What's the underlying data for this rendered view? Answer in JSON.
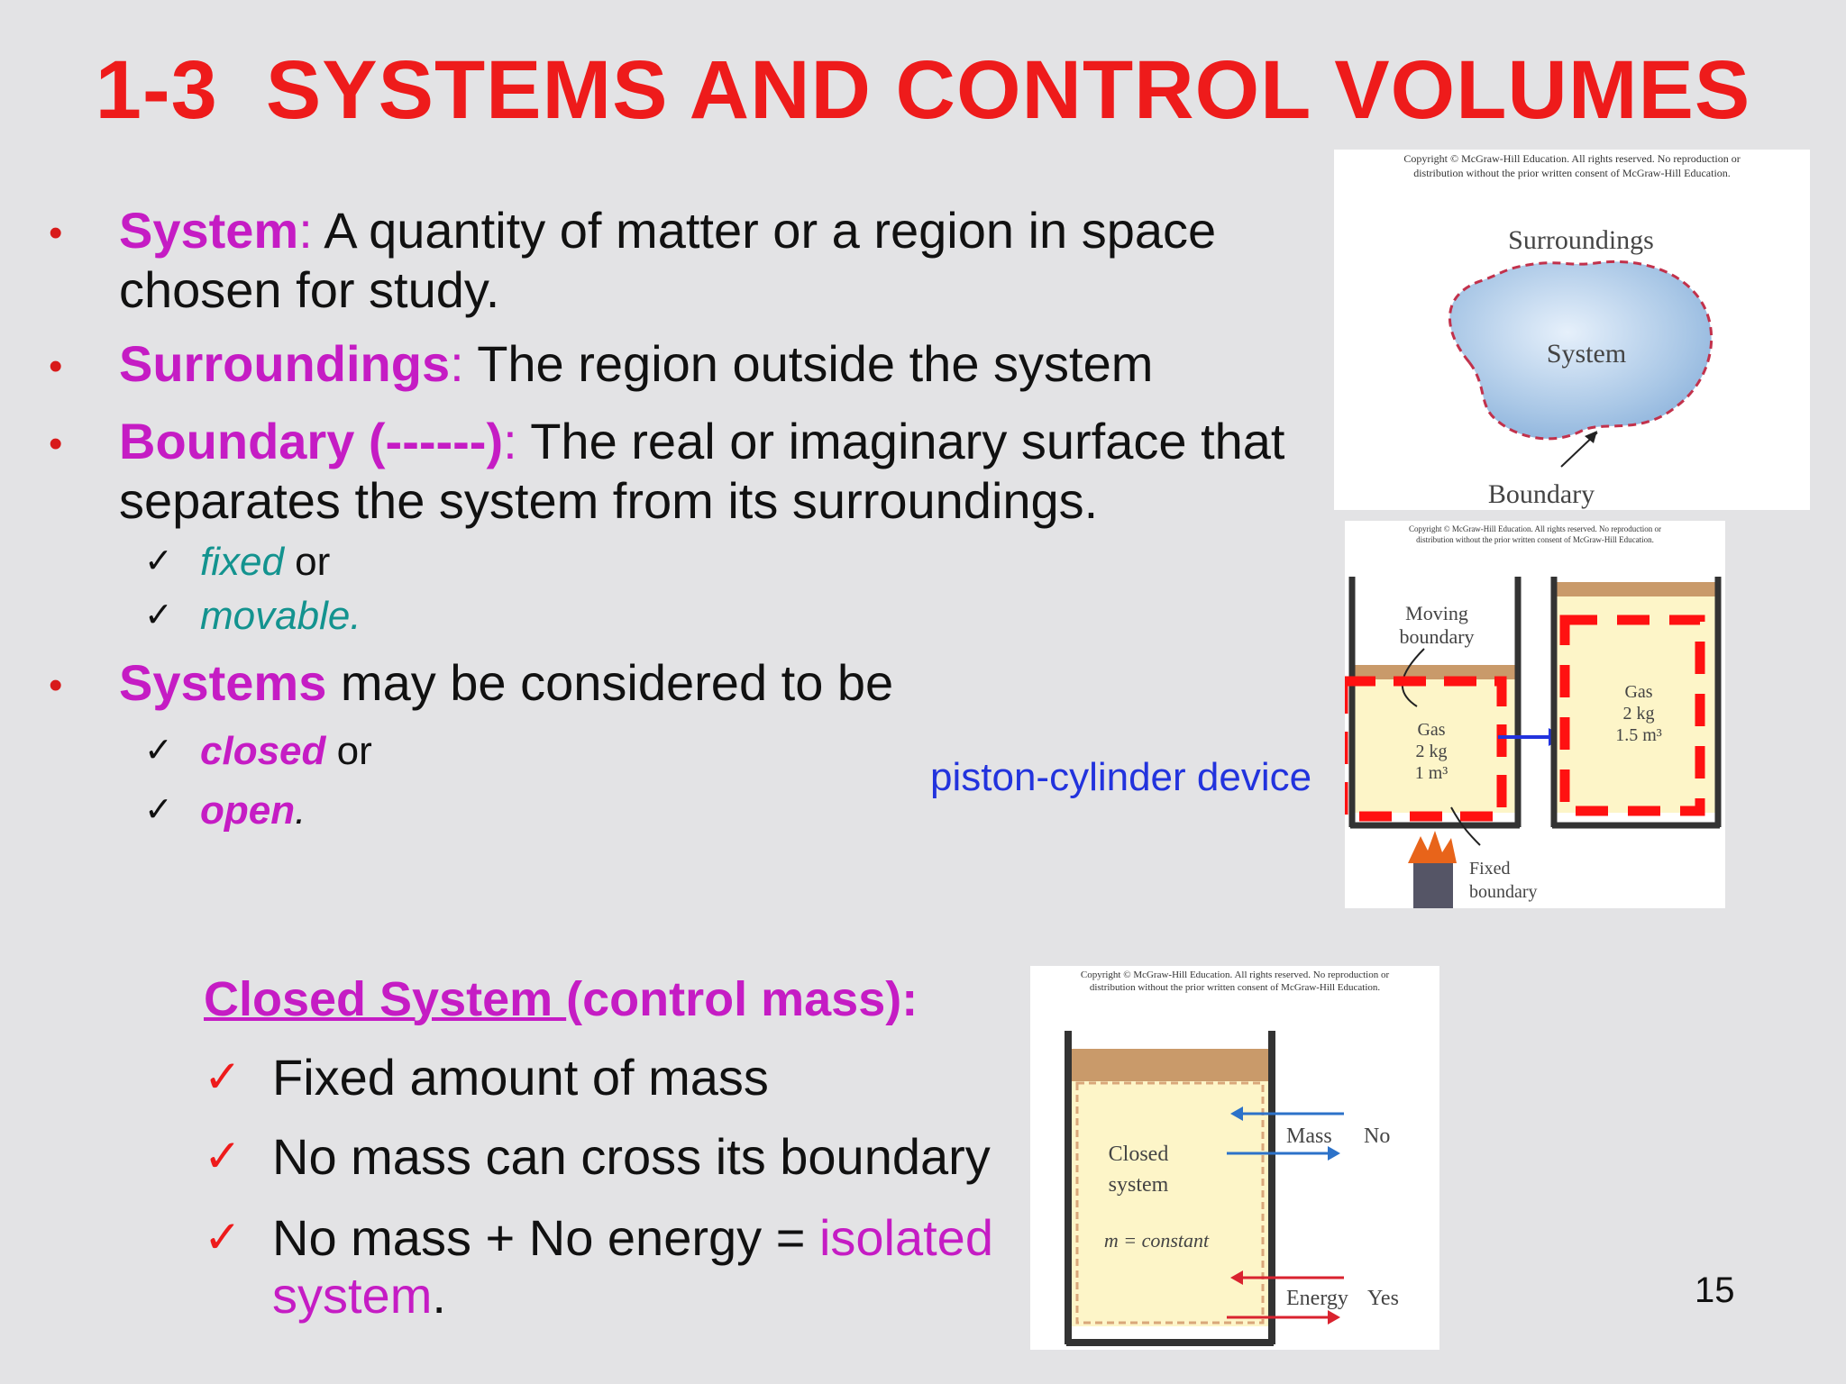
{
  "title": "1-3  SYSTEMS AND CONTROL VOLUMES",
  "bullets": {
    "system": {
      "term": "System",
      "colon": ":",
      "text": " A quantity of matter or a region in space",
      "text2": "chosen for study."
    },
    "surroundings": {
      "term": "Surroundings",
      "colon": ":",
      "text": " The region outside the system"
    },
    "boundary": {
      "term": "Boundary (------)",
      "colon": ":",
      "text": " The real or imaginary surface that",
      "text2": "separates the system from its surroundings."
    },
    "boundary_sub": [
      {
        "word": "fixed",
        "after": " or"
      },
      {
        "word": "movable",
        "after": "."
      }
    ],
    "systems": {
      "term": "Systems",
      "text": " may be considered to be"
    },
    "systems_sub": [
      {
        "word": "closed",
        "after": " or"
      },
      {
        "word": "open",
        "after": "."
      }
    ]
  },
  "piston_label": "piston-cylinder device",
  "closed_system": {
    "head_underlined": "Closed System ",
    "head_rest": "(control mass):",
    "items": [
      "Fixed amount of mass",
      "No mass can cross its boundary"
    ],
    "item3_pre": "No mass + No energy = ",
    "item3_mag": "isolated",
    "item3_mag2": "system",
    "item3_end": "."
  },
  "figure1": {
    "copyright1": "Copyright © McGraw-Hill Education.  All rights reserved. No reproduction or",
    "copyright2": "distribution without the prior written consent of McGraw-Hill Education.",
    "surroundings": "Surroundings",
    "system": "System",
    "boundary": "Boundary"
  },
  "figure2": {
    "copyright1": "Copyright © McGraw-Hill Education.  All rights reserved. No reproduction or",
    "copyright2": "distribution without the prior written consent of McGraw-Hill Education.",
    "moving1": "Moving",
    "moving2": "boundary",
    "gas_left": [
      "Gas",
      "2 kg",
      "1 m³"
    ],
    "gas_right": [
      "Gas",
      "2 kg",
      "1.5 m³"
    ],
    "fixed1": "Fixed",
    "fixed2": "boundary"
  },
  "figure3": {
    "copyright1": "Copyright © McGraw-Hill Education.  All rights reserved. No reproduction or",
    "copyright2": "distribution without the prior written consent of McGraw-Hill Education.",
    "closed1": "Closed",
    "closed2": "system",
    "mconst": "m = constant",
    "mass": "Mass",
    "mass_no": "No",
    "energy": "Energy",
    "energy_yes": "Yes"
  },
  "page_number": "15",
  "colors": {
    "title": "#ee1b1b",
    "term": "#c51cc4",
    "teal": "#13938f",
    "blue": "#2233dd",
    "dashed_red": "#ff1111"
  }
}
